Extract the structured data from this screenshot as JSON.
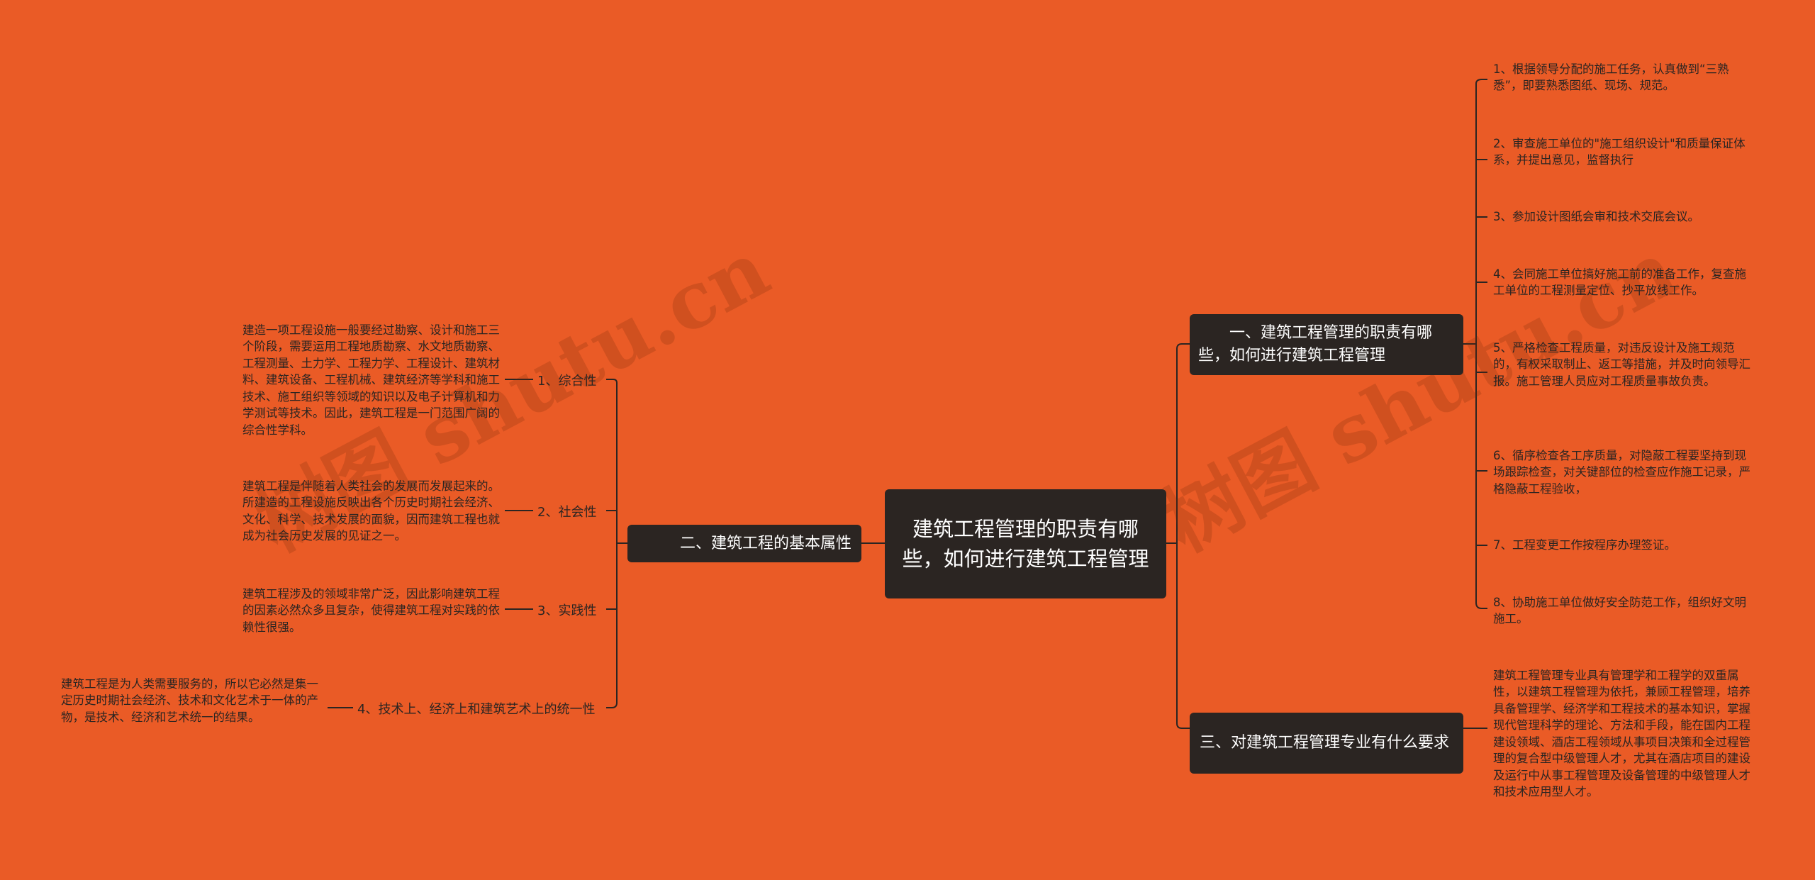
{
  "root": {
    "title": "建筑工程管理的职责有哪些，如何进行建筑工程管理"
  },
  "left_branch": {
    "label": "二、建筑工程的基本属性",
    "items": [
      {
        "label": "1、综合性",
        "note": "建造一项工程设施一般要经过勘察、设计和施工三个阶段，需要运用工程地质勘察、水文地质勘察、工程测量、土力学、工程力学、工程设计、建筑材料、建筑设备、工程机械、建筑经济等学科和施工技术、施工组织等领域的知识以及电子计算机和力学测试等技术。因此，建筑工程是一门范围广阔的综合性学科。"
      },
      {
        "label": "2、社会性",
        "note": "建筑工程是伴随着人类社会的发展而发展起来的。所建造的工程设施反映出各个历史时期社会经济、文化、科学、技术发展的面貌，因而建筑工程也就成为社会历史发展的见证之一。"
      },
      {
        "label": "3、实践性",
        "note": "建筑工程涉及的领域非常广泛，因此影响建筑工程的因素必然众多且复杂，使得建筑工程对实践的依赖性很强。"
      },
      {
        "label": "4、技术上、经济上和建筑艺术上的统一性",
        "note": "建筑工程是为人类需要服务的，所以它必然是集一定历史时期社会经济、技术和文化艺术于一体的产物，是技术、经济和艺术统一的结果。"
      }
    ]
  },
  "right_branch_1": {
    "label": "一、建筑工程管理的职责有哪些，如何进行建筑工程管理",
    "items": [
      "1、根据领导分配的施工任务，认真做到“三熟悉”，即要熟悉图纸、现场、规范。",
      "2、审查施工单位的\"施工组织设计\"和质量保证体系，并提出意见，监督执行",
      "3、参加设计图纸会审和技术交底会议。",
      "4、会同施工单位搞好施工前的准备工作，复查施工单位的工程测量定位、抄平放线工作。",
      "5、严格检查工程质量，对违反设计及施工规范的，有权采取制止、返工等措施，并及时向领导汇报。施工管理人员应对工程质量事故负责。",
      "6、循序检查各工序质量，对隐蔽工程要坚持到现场跟踪检查，对关键部位的检查应作施工记录，严格隐蔽工程验收，",
      "7、工程变更工作按程序办理签证。",
      "8、协助施工单位做好安全防范工作，组织好文明施工。"
    ]
  },
  "right_branch_2": {
    "label": "三、对建筑工程管理专业有什么要求",
    "note": "建筑工程管理专业具有管理学和工程学的双重属性，以建筑工程管理为依托，兼顾工程管理，培养具备管理学、经济学和工程技术的基本知识，掌握现代管理科学的理论、方法和手段，能在国内工程建设领域、酒店工程领域从事项目决策和全过程管理的复合型中级管理人才，尤其在酒店项目的建设及运行中从事工程管理及设备管理的中级管理人才和技术应用型人才。"
  },
  "watermarks": [
    "树图 shutu.cn",
    "树图 shutu.cn"
  ],
  "colors": {
    "background": "#ea5b26",
    "node": "#2b2522",
    "node_text": "#ffffff",
    "line": "#2b2522",
    "note_text": "#2b2522"
  }
}
